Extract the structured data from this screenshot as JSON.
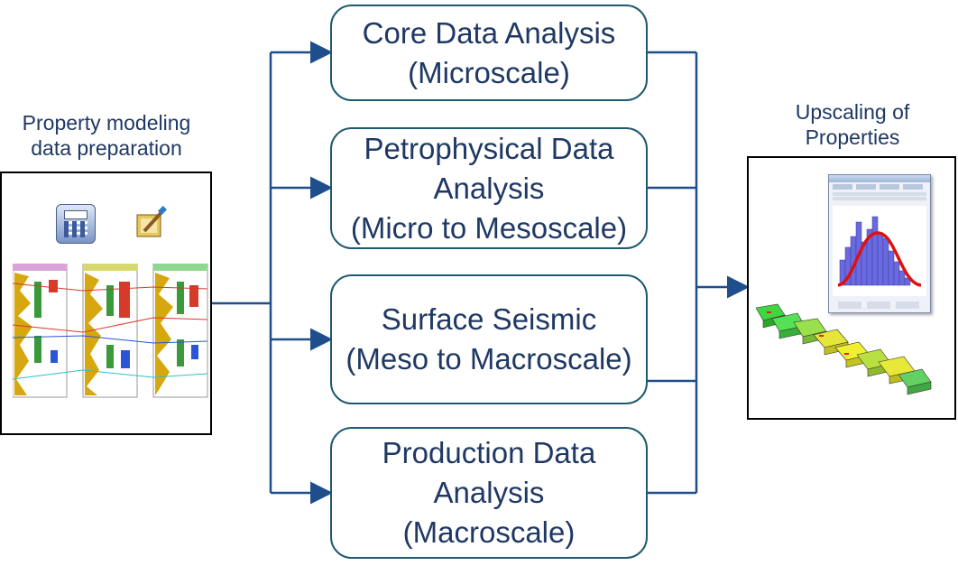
{
  "left": {
    "title_line1": "Property modeling",
    "title_line2": "data preparation"
  },
  "right": {
    "title_line1": "Upscaling of",
    "title_line2": "Properties"
  },
  "boxes": [
    {
      "lines": [
        "Core Data Analysis",
        "(Microscale)"
      ]
    },
    {
      "lines": [
        "Petrophysical Data",
        "Analysis",
        "(Micro to Mesoscale)"
      ]
    },
    {
      "lines": [
        "Surface Seismic",
        "(Meso to Macroscale)"
      ]
    },
    {
      "lines": [
        "Production Data",
        "Analysis",
        "(Macroscale)"
      ]
    }
  ],
  "colors": {
    "arrow": "#1f4e8c",
    "box_border": "#1f5a6e",
    "text": "#1f3864"
  }
}
